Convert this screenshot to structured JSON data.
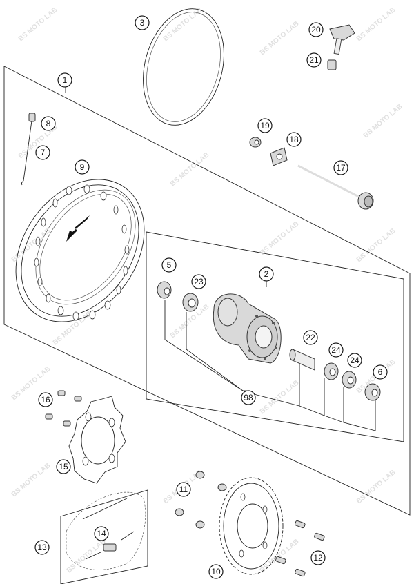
{
  "watermark": {
    "text": "BS MOTO LAB"
  },
  "callouts": [
    {
      "id": "1",
      "label": "1"
    },
    {
      "id": "2",
      "label": "2"
    },
    {
      "id": "3",
      "label": "3"
    },
    {
      "id": "5",
      "label": "5"
    },
    {
      "id": "6",
      "label": "6"
    },
    {
      "id": "7",
      "label": "7"
    },
    {
      "id": "8",
      "label": "8"
    },
    {
      "id": "9",
      "label": "9"
    },
    {
      "id": "10",
      "label": "10"
    },
    {
      "id": "11",
      "label": "11"
    },
    {
      "id": "12",
      "label": "12"
    },
    {
      "id": "13",
      "label": "13"
    },
    {
      "id": "14",
      "label": "14"
    },
    {
      "id": "15",
      "label": "15"
    },
    {
      "id": "16",
      "label": "16"
    },
    {
      "id": "17",
      "label": "17"
    },
    {
      "id": "18",
      "label": "18"
    },
    {
      "id": "19",
      "label": "19"
    },
    {
      "id": "20",
      "label": "20"
    },
    {
      "id": "21",
      "label": "21"
    },
    {
      "id": "22",
      "label": "22"
    },
    {
      "id": "23",
      "label": "23"
    },
    {
      "id": "24a",
      "label": "24"
    },
    {
      "id": "24b",
      "label": "24"
    },
    {
      "id": "98",
      "label": "98"
    }
  ],
  "colors": {
    "line": "#222222",
    "part_fill": "#d9d9d9",
    "watermark": "#c8c8c8"
  }
}
